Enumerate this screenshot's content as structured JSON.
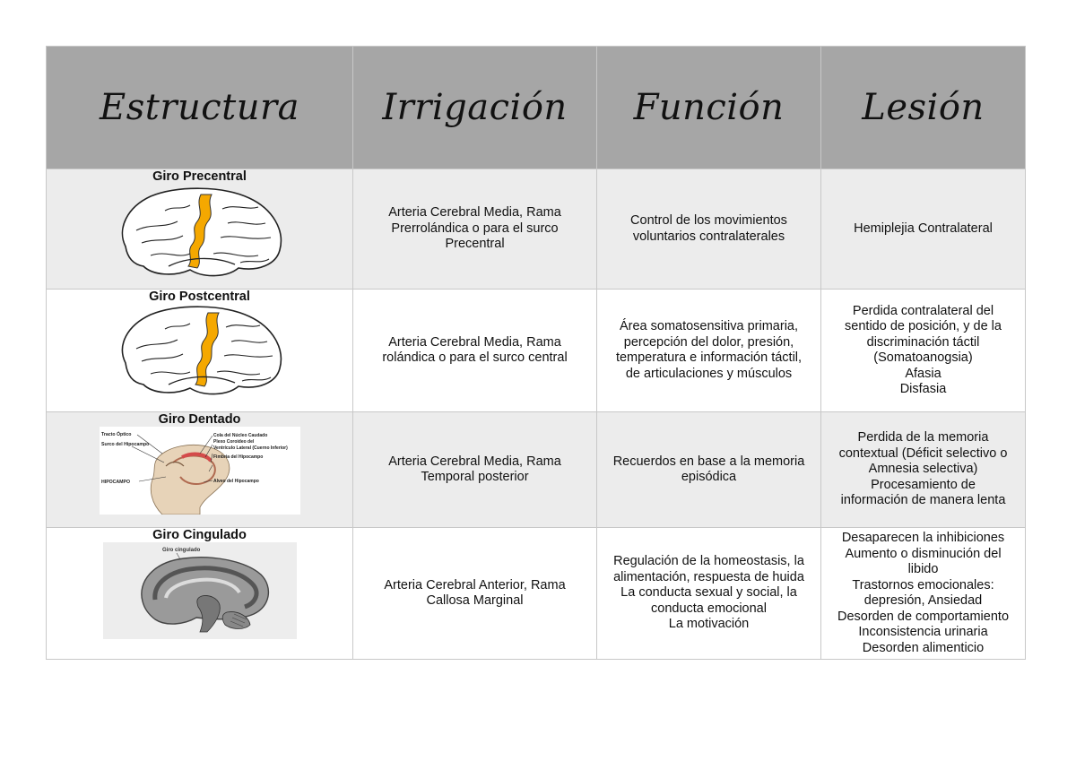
{
  "headers": [
    "Estructura",
    "Irrigación",
    "Función",
    "Lesión"
  ],
  "rows": [
    {
      "estructura": "Giro Precentral",
      "irrigacion": [
        "Arteria Cerebral Media, Rama",
        "Prerrolándica o para el surco",
        "Precentral"
      ],
      "funcion": [
        "Control de los movimientos",
        "voluntarios contralaterales"
      ],
      "lesion": [
        "Hemiplejia Contralateral"
      ]
    },
    {
      "estructura": "Giro Postcentral",
      "irrigacion": [
        "Arteria Cerebral Media, Rama",
        "rolándica o para el surco central"
      ],
      "funcion": [
        "Área somatosensitiva primaria,",
        "percepción del dolor, presión,",
        "temperatura e información táctil,",
        "de articulaciones y músculos"
      ],
      "lesion": [
        "Perdida contralateral del",
        "sentido de posición, y de la",
        "discriminación táctil",
        "(Somatoanogsia)",
        "Afasia",
        "Disfasia"
      ]
    },
    {
      "estructura": "Giro Dentado",
      "figure_labels": [
        "Tracto Óptico",
        "Surco del Hipocampo",
        "Cola del Núcleo Caudado",
        "Plexo Coroideo del",
        "Ventrículo Lateral (Cuerno Inferior)",
        "Fimbria del Hipocampo",
        "HIPOCAMPO",
        "Alveo del Hipocampo"
      ],
      "irrigacion": [
        "Arteria Cerebral Media, Rama",
        "Temporal posterior"
      ],
      "funcion": [
        "Recuerdos en base a la memoria",
        "episódica"
      ],
      "lesion": [
        "Perdida de la memoria",
        "contextual (Déficit selectivo o",
        "Amnesia selectiva)",
        "Procesamiento de",
        "información de manera lenta"
      ]
    },
    {
      "estructura": "Giro Cingulado",
      "figure_labels": [
        "Giro cingulado"
      ],
      "irrigacion": [
        "Arteria Cerebral Anterior, Rama",
        "Callosa Marginal"
      ],
      "funcion": [
        "Regulación de la homeostasis, la",
        "alimentación, respuesta de huida",
        "La conducta sexual y social, la",
        "conducta emocional",
        "La motivación"
      ],
      "lesion": [
        "Desaparecen la inhibiciones",
        "Aumento o disminución del",
        "libido",
        "Trastornos emocionales:",
        "depresión, Ansiedad",
        "Desorden de comportamiento",
        "Inconsistencia urinaria",
        "Desorden alimenticio"
      ]
    }
  ],
  "colors": {
    "header_bg": "#a6a6a6",
    "shade_row": "#ececec",
    "gyrus_highlight": "#f5a800"
  },
  "icons": [
    "brain-lateral-icon",
    "hippocampus-diagram-icon",
    "brain-sagittal-icon"
  ]
}
